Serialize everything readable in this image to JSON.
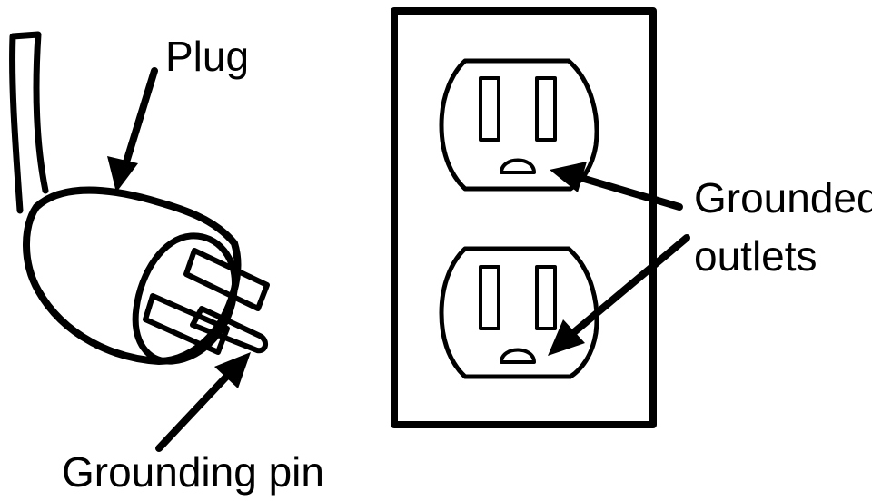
{
  "labels": {
    "plug": "Plug",
    "grounded_line1": "Grounded",
    "grounded_line2": "outlets",
    "grounding_pin": "Grounding pin"
  },
  "colors": {
    "ink": "#000000",
    "background": "#ffffff"
  }
}
